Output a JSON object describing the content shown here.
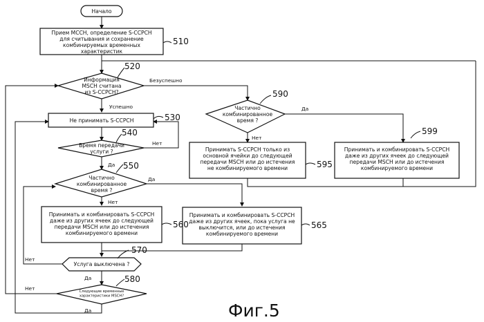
{
  "nodes": {
    "start": {
      "lines": [
        "Начало"
      ]
    },
    "n510": {
      "lines": [
        "Прием MCCH, определение S-CCPCH",
        "для считывания и сохранение",
        "комбинируемых временных",
        "характеристик"
      ],
      "ref": "510"
    },
    "n520": {
      "lines": [
        "Информация",
        "MSCH считана",
        "из S-CCPCH?"
      ],
      "ref": "520"
    },
    "n530": {
      "lines": [
        "Не принимать S-CCPCH"
      ],
      "ref": "530"
    },
    "n540": {
      "lines": [
        "Время передачи",
        "услуги ?"
      ],
      "ref": "540"
    },
    "n550": {
      "lines": [
        "Частично",
        "комбинированное",
        "время ?"
      ],
      "ref": "550"
    },
    "n560": {
      "lines": [
        "Принимать и комбинировать S-CCPCH",
        "даже из других ячеек до следующей",
        "передачи MSCH или до истечения",
        "комбинируемого времени"
      ],
      "ref": "560"
    },
    "n565": {
      "lines": [
        "Принимать и комбинировать S-CCPCH",
        "даже из других ячеек, пока услуга не",
        "выключится, или до истечения",
        "комбинируемого времени"
      ],
      "ref": "565"
    },
    "n570": {
      "lines": [
        "Услуга выключена ?"
      ],
      "ref": "570"
    },
    "n580": {
      "lines": [
        "Следующие временные",
        "характеристики MSCH?"
      ],
      "ref": "580"
    },
    "n590": {
      "lines": [
        "Частично",
        "комбинированное",
        "время ?"
      ],
      "ref": "590"
    },
    "n595": {
      "lines": [
        "Принимать S-CCPCH только из",
        "основной ячейки до следующей",
        "передачи MSCH или до истечения",
        "не комбинируемого времени"
      ],
      "ref": "595"
    },
    "n599": {
      "lines": [
        "Принимать и комбинировать S-CCPCH",
        "даже из других ячеек до следующей",
        "передачи MSCH или до истечения",
        "комбинируемого времени"
      ],
      "ref": "599"
    }
  },
  "edge_labels": {
    "l520_fail": "Безуспешно",
    "l520_ok": "Успешно",
    "l590_yes": "Да",
    "l590_no": "Нет",
    "l540_no": "Нет",
    "l540_yes": "Да",
    "l550_yes": "Да",
    "l550_no": "Нет",
    "l570_no": "Нет",
    "l570_yes": "Да",
    "l580_no": "Нет",
    "l580_yes": "Да"
  },
  "caption": "Фиг.5"
}
